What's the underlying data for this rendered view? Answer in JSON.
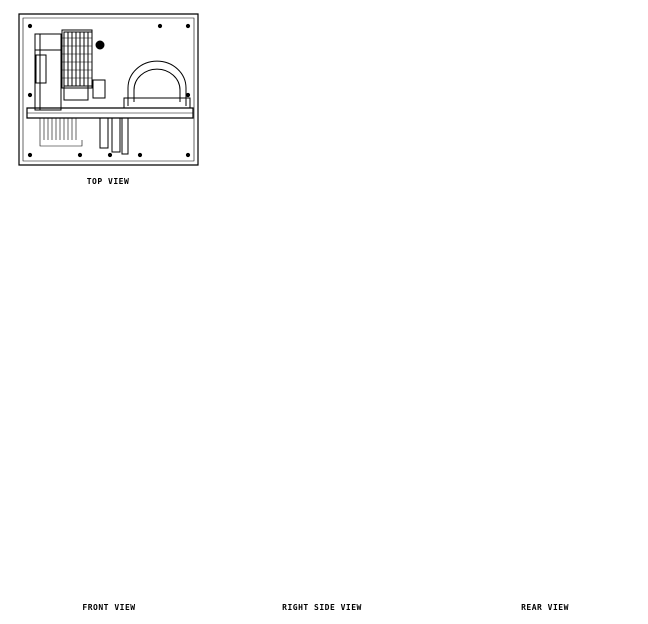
{
  "labels": {
    "top_view": "TOP VIEW",
    "front_view": "FRONT VIEW",
    "right_side_view": "RIGHT SIDE VIEW",
    "rear_view": "REAR VIEW"
  },
  "colors": {
    "line": "#000000",
    "background": "#ffffff",
    "hatch_fill": "#111111"
  }
}
